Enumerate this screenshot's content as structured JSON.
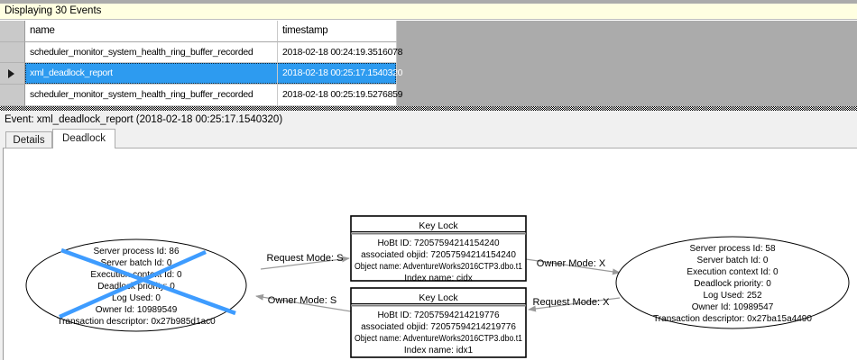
{
  "info_bar": {
    "text": "Displaying 30 Events"
  },
  "events_table": {
    "columns": {
      "name": "name",
      "timestamp": "timestamp"
    },
    "rows": [
      {
        "name": "scheduler_monitor_system_health_ring_buffer_recorded",
        "timestamp": "2018-02-18 00:24:19.3516078",
        "selected": false
      },
      {
        "name": "xml_deadlock_report",
        "timestamp": "2018-02-18 00:25:17.1540320",
        "selected": true
      },
      {
        "name": "scheduler_monitor_system_health_ring_buffer_recorded",
        "timestamp": "2018-02-18 00:25:19.5276859",
        "selected": false
      }
    ]
  },
  "event_detail": {
    "label": "Event: xml_deadlock_report (2018-02-18 00:25:17.1540320)"
  },
  "tabs": [
    {
      "label": "Details",
      "active": false
    },
    {
      "label": "Deadlock",
      "active": true
    }
  ],
  "deadlock_graph": {
    "left_process": {
      "victim": true,
      "lines": [
        "Server process Id: 86",
        "Server batch Id: 0",
        "Execution context Id: 0",
        "Deadlock priority: 0",
        "Log Used: 0",
        "Owner Id: 10989549",
        "Transaction descriptor: 0x27b985d1ac0"
      ]
    },
    "right_process": {
      "victim": false,
      "lines": [
        "Server process Id: 58",
        "Server batch Id: 0",
        "Execution context Id: 0",
        "Deadlock priority: 0",
        "Log Used: 252",
        "Owner Id: 10989547",
        "Transaction descriptor: 0x27ba15a4490"
      ]
    },
    "locks": [
      {
        "title": "Key Lock",
        "lines": [
          "HoBt ID: 72057594214154240",
          "associated objid: 72057594214154240",
          "Object name: AdventureWorks2016CTP3.dbo.t1",
          "Index name: cidx"
        ]
      },
      {
        "title": "Key Lock",
        "lines": [
          "HoBt ID: 72057594214219776",
          "associated objid: 72057594214219776",
          "Object name: AdventureWorks2016CTP3.dbo.t1",
          "Index name: idx1"
        ]
      }
    ],
    "edges": [
      {
        "label": "Request Mode: S"
      },
      {
        "label": "Owner Mode: S"
      },
      {
        "label": "Owner Mode: X"
      },
      {
        "label": "Request Mode: X"
      }
    ]
  },
  "colors": {
    "selection_blue": "#2D9BF0",
    "victim_cross_blue": "#3E9CFF",
    "info_bar_yellow": "#FFFFE1",
    "grid_empty_gray": "#ABABAB",
    "edge_gray": "#9A9A9A"
  }
}
